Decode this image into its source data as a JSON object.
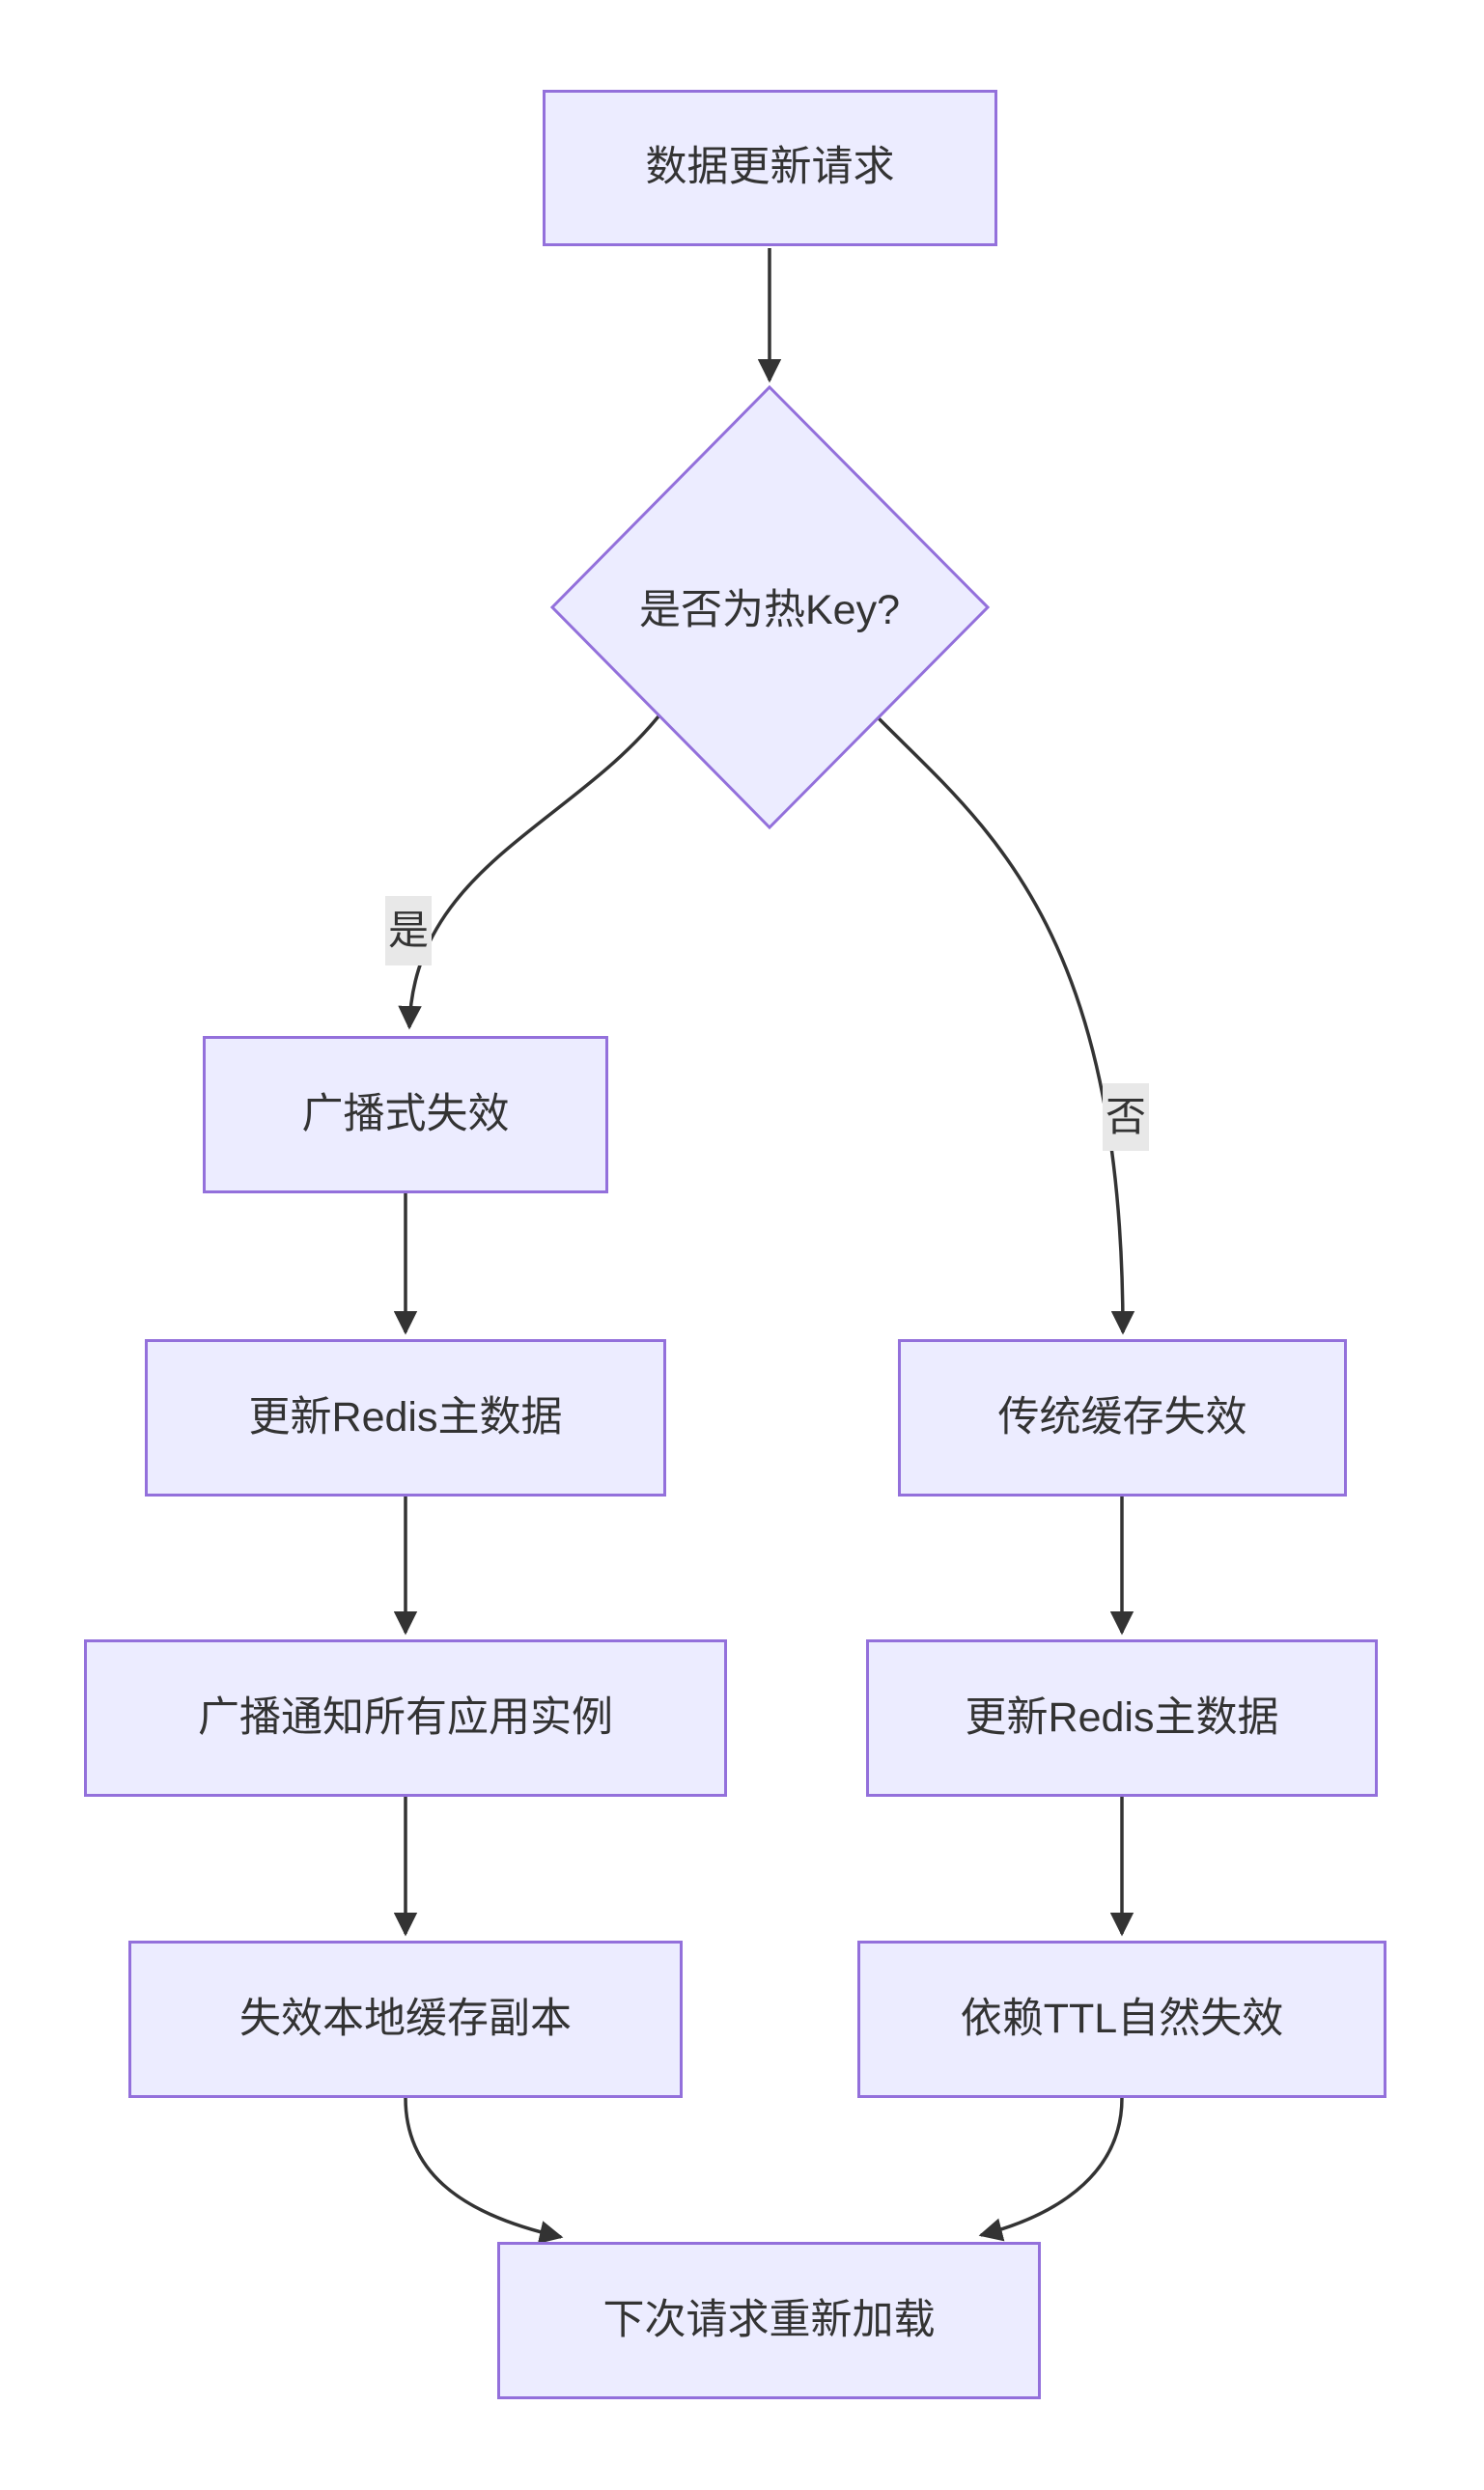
{
  "diagram": {
    "type": "flowchart",
    "direction": "top-down",
    "colors": {
      "background": "#ffffff",
      "node_fill": "#ECECFF",
      "node_border": "#9370DB",
      "edge_stroke": "#333333",
      "text": "#333333",
      "edge_label_bg": "#e8e8e8"
    },
    "nodes": [
      {
        "id": "A",
        "shape": "rect",
        "label": "数据更新请求"
      },
      {
        "id": "B",
        "shape": "diamond",
        "label": "是否为热Key?"
      },
      {
        "id": "C",
        "shape": "rect",
        "label": "广播式失效"
      },
      {
        "id": "D",
        "shape": "rect",
        "label": "更新Redis主数据"
      },
      {
        "id": "E",
        "shape": "rect",
        "label": "广播通知所有应用实例"
      },
      {
        "id": "F",
        "shape": "rect",
        "label": "失效本地缓存副本"
      },
      {
        "id": "G",
        "shape": "rect",
        "label": "传统缓存失效"
      },
      {
        "id": "H",
        "shape": "rect",
        "label": "更新Redis主数据"
      },
      {
        "id": "I",
        "shape": "rect",
        "label": "依赖TTL自然失效"
      },
      {
        "id": "J",
        "shape": "rect",
        "label": "下次请求重新加载"
      }
    ],
    "edges": [
      {
        "from": "A",
        "to": "B",
        "label": ""
      },
      {
        "from": "B",
        "to": "C",
        "label": "是"
      },
      {
        "from": "B",
        "to": "G",
        "label": "否"
      },
      {
        "from": "C",
        "to": "D",
        "label": ""
      },
      {
        "from": "D",
        "to": "E",
        "label": ""
      },
      {
        "from": "E",
        "to": "F",
        "label": ""
      },
      {
        "from": "G",
        "to": "H",
        "label": ""
      },
      {
        "from": "H",
        "to": "I",
        "label": ""
      },
      {
        "from": "F",
        "to": "J",
        "label": ""
      },
      {
        "from": "I",
        "to": "J",
        "label": ""
      }
    ]
  }
}
